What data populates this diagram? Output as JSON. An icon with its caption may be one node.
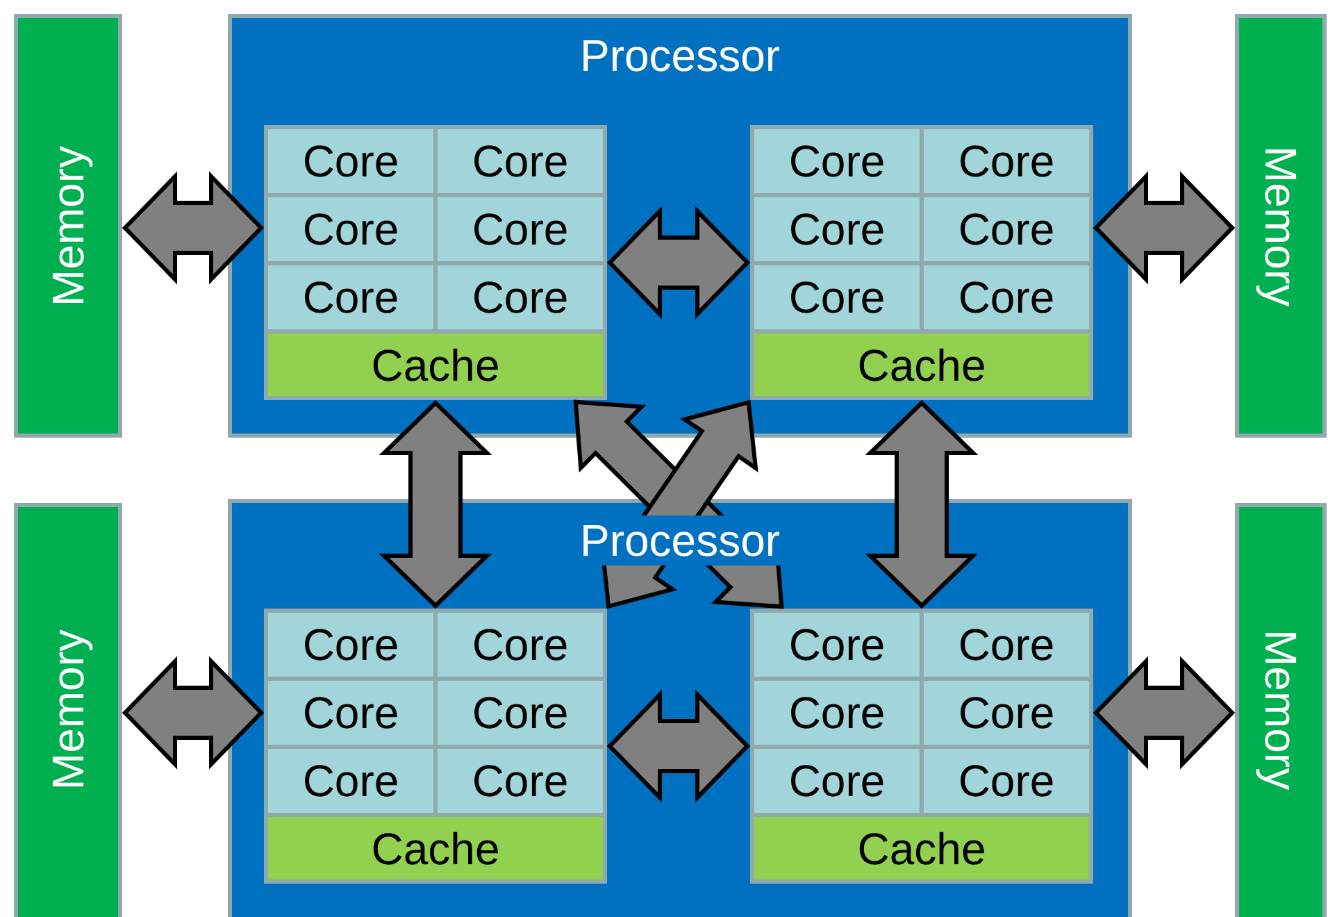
{
  "diagram": {
    "nodes": [
      {
        "text": [
          "Memory"
        ]
      },
      {
        "text": [
          "Processor"
        ]
      },
      {
        "text": [],
        "shape": "box",
        "in": 1
      },
      {
        "text": [
          "Core"
        ],
        "in": 2
      },
      {
        "text": [
          "Core"
        ],
        "in": 2
      },
      {
        "text": [
          "Core"
        ],
        "in": 2
      },
      {
        "text": [
          "Core"
        ],
        "in": 2
      },
      {
        "text": [
          "Core"
        ],
        "in": 2
      },
      {
        "text": [
          "Core"
        ],
        "in": 2
      },
      {
        "text": [
          "Cache"
        ],
        "in": 2
      },
      {
        "text": [],
        "shape": "box",
        "in": 1
      },
      {
        "text": [
          "Core"
        ],
        "in": 10
      },
      {
        "text": [
          "Core"
        ],
        "in": 10
      },
      {
        "text": [
          "Core"
        ],
        "in": 10
      },
      {
        "text": [
          "Core"
        ],
        "in": 10
      },
      {
        "text": [
          "Core"
        ],
        "in": 10
      },
      {
        "text": [
          "Core"
        ],
        "in": 10
      },
      {
        "text": [
          "Cache"
        ],
        "in": 10
      },
      {
        "text": [
          "Memory"
        ]
      },
      {
        "text": [
          "Memory"
        ]
      },
      {
        "text": [
          "Processor"
        ]
      },
      {
        "text": [],
        "shape": "box",
        "in": 20
      },
      {
        "text": [
          "Core"
        ],
        "in": 21
      },
      {
        "text": [
          "Core"
        ],
        "in": 21
      },
      {
        "text": [
          "Core"
        ],
        "in": 21
      },
      {
        "text": [
          "Core"
        ],
        "in": 21
      },
      {
        "text": [
          "Core"
        ],
        "in": 21
      },
      {
        "text": [
          "Core"
        ],
        "in": 21
      },
      {
        "text": [
          "Cache"
        ],
        "in": 21
      },
      {
        "text": [],
        "shape": "box",
        "in": 20
      },
      {
        "text": [
          "Core"
        ],
        "in": 29
      },
      {
        "text": [
          "Core"
        ],
        "in": 29
      },
      {
        "text": [
          "Core"
        ],
        "in": 29
      },
      {
        "text": [
          "Core"
        ],
        "in": 29
      },
      {
        "text": [
          "Core"
        ],
        "in": 29
      },
      {
        "text": [
          "Core"
        ],
        "in": 29
      },
      {
        "text": [
          "Cache"
        ],
        "in": 29
      },
      {
        "text": [
          "Memory"
        ]
      }
    ],
    "edges": [
      {
        "from": 0,
        "to": 2,
        "arrow": "both"
      },
      {
        "from": 2,
        "to": 10,
        "arrow": "both"
      },
      {
        "from": 10,
        "to": 18,
        "arrow": "both"
      },
      {
        "from": 2,
        "to": 21,
        "arrow": "both"
      },
      {
        "from": 10,
        "to": 29,
        "arrow": "both"
      },
      {
        "from": 2,
        "to": 29,
        "arrow": "both"
      },
      {
        "from": 10,
        "to": 21,
        "arrow": "both"
      },
      {
        "from": 19,
        "to": 21,
        "arrow": "both"
      },
      {
        "from": 21,
        "to": 29,
        "arrow": "both"
      },
      {
        "from": 29,
        "to": 37,
        "arrow": "both"
      }
    ]
  }
}
